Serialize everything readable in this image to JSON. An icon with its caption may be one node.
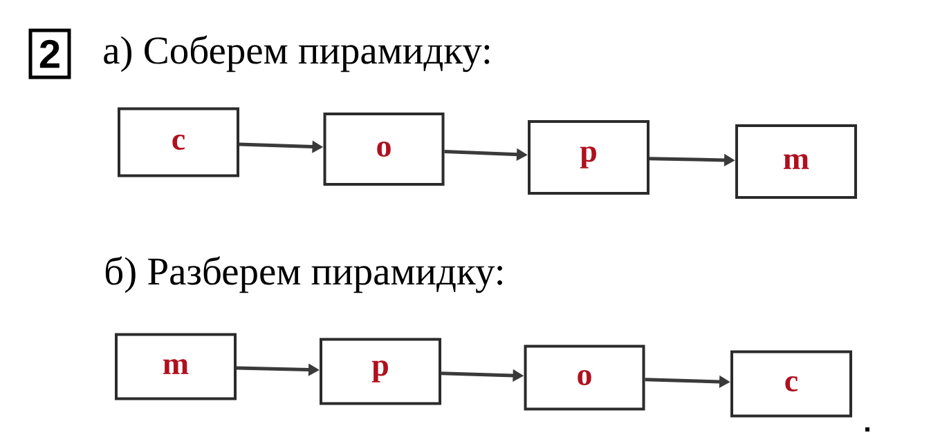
{
  "diagram": {
    "nodes": [
      {
        "text": [
          "2"
        ]
      },
      {
        "text": [
          "с"
        ]
      },
      {
        "text": [
          "о"
        ]
      },
      {
        "text": [
          "р"
        ]
      },
      {
        "text": [
          "m"
        ]
      },
      {
        "text": [
          "m"
        ]
      },
      {
        "text": [
          "р"
        ]
      },
      {
        "text": [
          "о"
        ]
      },
      {
        "text": [
          "с"
        ]
      }
    ],
    "edges": [
      {
        "from": 1,
        "to": 2,
        "arrow": "to"
      },
      {
        "from": 2,
        "to": 3,
        "arrow": "to"
      },
      {
        "from": 3,
        "to": 4,
        "arrow": "to"
      },
      {
        "from": 5,
        "to": 6,
        "arrow": "to"
      },
      {
        "from": 6,
        "to": 7,
        "arrow": "to"
      },
      {
        "from": 7,
        "to": 8,
        "arrow": "to"
      }
    ],
    "labels": [
      "а) Соберем пирамидку:",
      "б) Разберем пирамидку:"
    ]
  }
}
